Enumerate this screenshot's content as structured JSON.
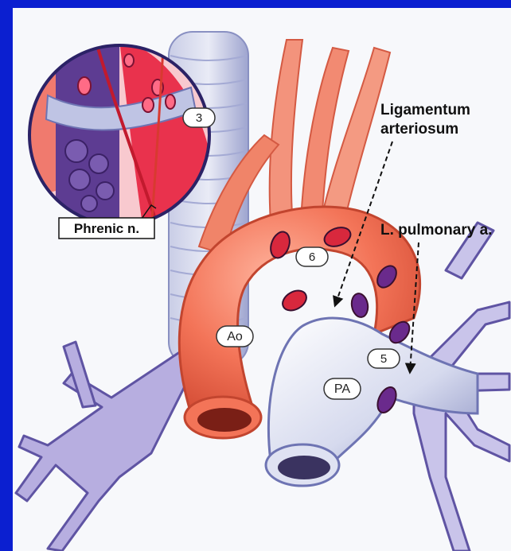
{
  "labels": {
    "ligamentum_line1": "Ligamentum",
    "ligamentum_line2": "arteriosum",
    "pulmonary": "L. pulmonary a.",
    "phrenic": "Phrenic n.",
    "aorta": "Ao",
    "pulmonary_artery": "PA"
  },
  "stations": {
    "s3": "3",
    "s5": "5",
    "s6": "6"
  },
  "colors": {
    "background_frame": "#0b1fd0",
    "canvas": "#f7f8fb",
    "artery": "#f06a52",
    "vessel": "#cfd4ea",
    "node_red": "#d8283d",
    "node_purple": "#6a2a8c",
    "trachea": "#7f86b8"
  }
}
